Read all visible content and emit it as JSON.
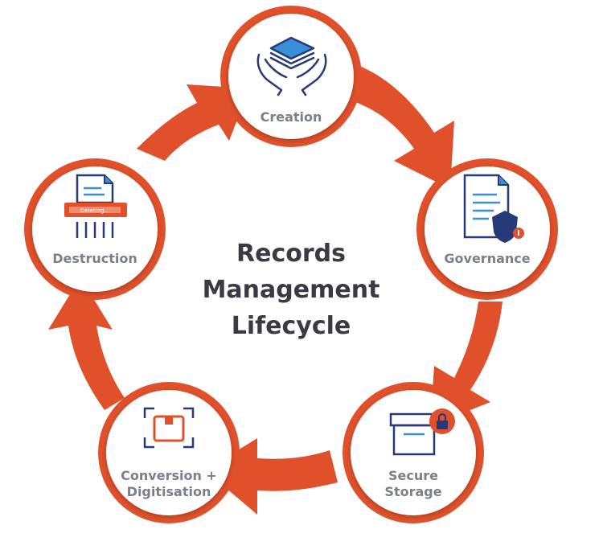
{
  "center_title": [
    "Records",
    "Management",
    "Lifecycle"
  ],
  "stages": [
    {
      "id": "creation",
      "lines": [
        "Creation"
      ],
      "icon": "hands-holding-papers-icon"
    },
    {
      "id": "governance",
      "lines": [
        "Governance"
      ],
      "icon": "document-shield-icon"
    },
    {
      "id": "secure-storage",
      "lines": [
        "Secure",
        "Storage"
      ],
      "icon": "locked-box-icon"
    },
    {
      "id": "conversion",
      "lines": [
        "Conversion +",
        "Digitisation"
      ],
      "icon": "scan-frame-icon"
    },
    {
      "id": "destruction",
      "lines": [
        "Destruction"
      ],
      "icon": "shredder-icon"
    }
  ],
  "shredder_status": "Deleting...",
  "colors": {
    "arrow": "#e0502b",
    "arrow_dark": "#c7411f",
    "ring": "#e0502b",
    "icon_navy": "#263a7a",
    "icon_blue": "#3a8fd8",
    "icon_orange": "#e0502b",
    "label": "#7b7f8a",
    "title": "#3a3a44"
  }
}
